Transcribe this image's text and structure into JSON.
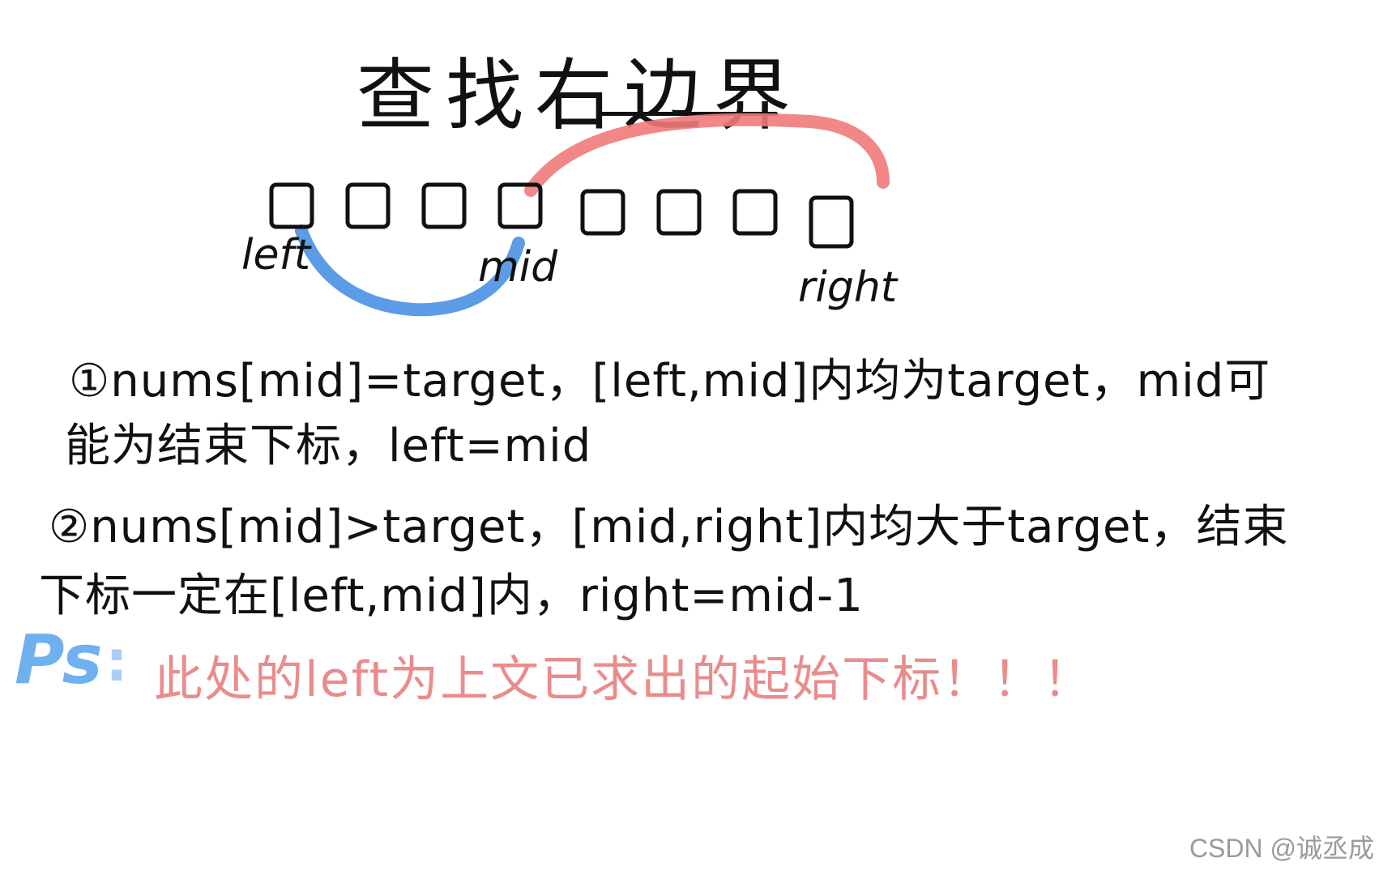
{
  "title": "查找右边界",
  "array": {
    "cell_count": 8,
    "labels": {
      "left": "left",
      "mid": "mid",
      "right": "right"
    }
  },
  "colors": {
    "left_arc": "#4a90e2",
    "right_arc": "#f07a7a",
    "ink": "#111111",
    "note": "#ea8c8c",
    "ps": "#6fb0ee"
  },
  "notes": {
    "case1_line1": "①nums[mid]=target，[left,mid]内均为target，mid可",
    "case1_line2": "能为结束下标，left=mid",
    "case2_line1": "②nums[mid]>target，[mid,right]内均大于target，结束",
    "case2_line2": "下标一定在[left,mid]内，right=mid-1"
  },
  "ps": {
    "mark": "Ps",
    "colon": ":",
    "text": "此处的left为上文已求出的起始下标！！！"
  },
  "watermark": "CSDN @诚丞成"
}
